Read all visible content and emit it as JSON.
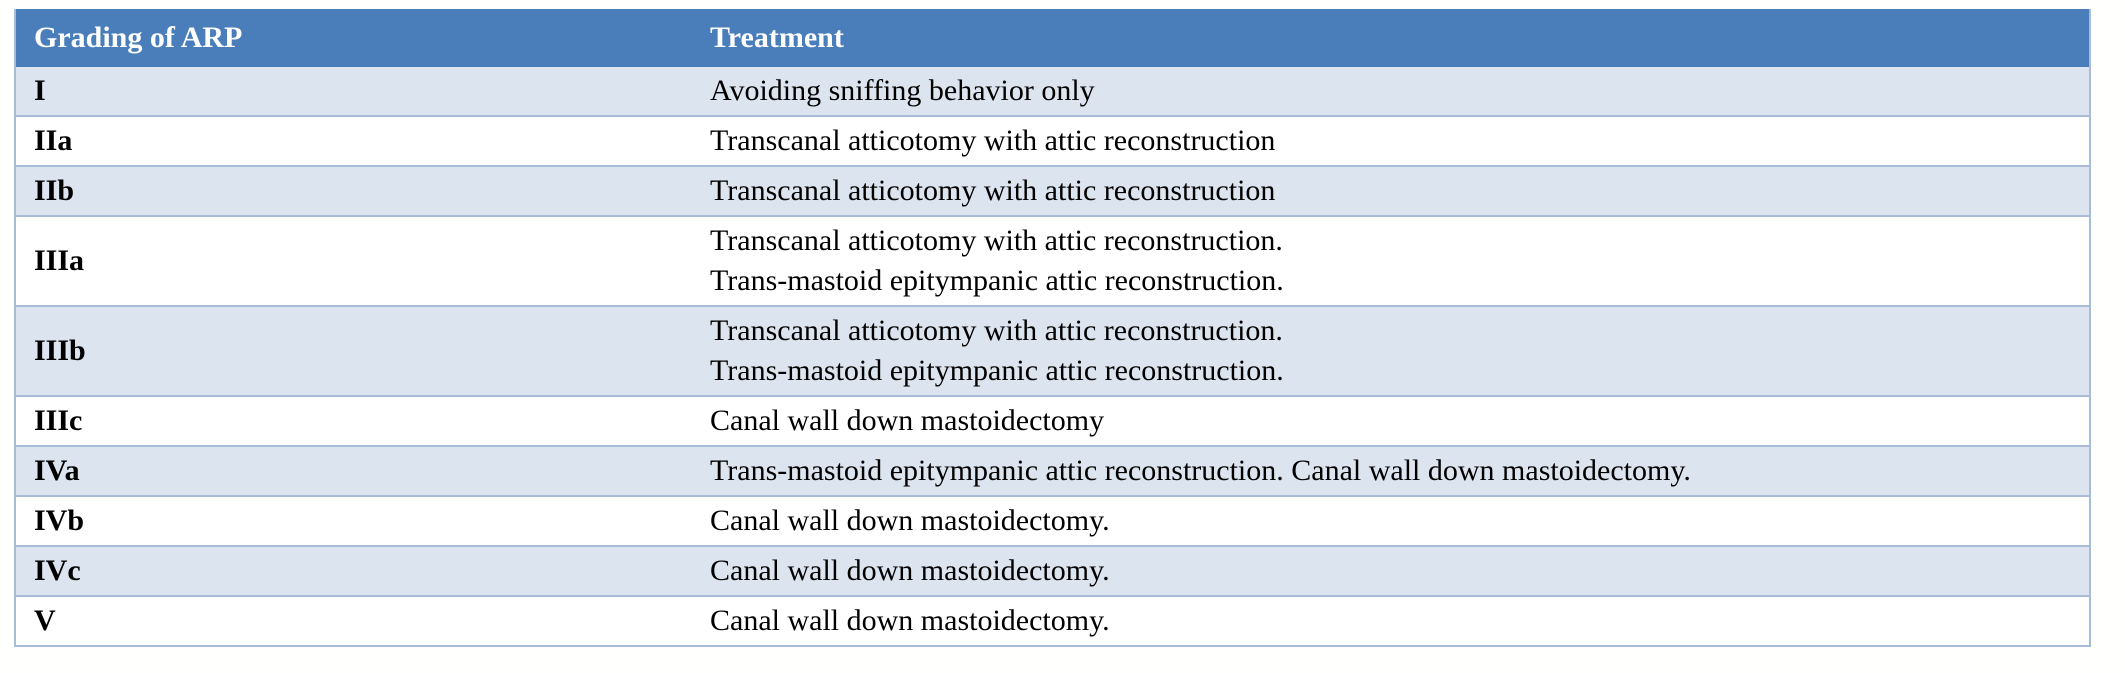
{
  "table": {
    "columns": [
      {
        "key": "grade",
        "label": "Grading of ARP"
      },
      {
        "key": "treatment",
        "label": "Treatment"
      }
    ],
    "header_bg": "#4a7ebb",
    "header_fg": "#ffffff",
    "shaded_row_bg": "#dce4ef",
    "plain_row_bg": "#ffffff",
    "border_color": "#a8bcd8",
    "rows": [
      {
        "grade": "I",
        "treatment_lines": [
          "Avoiding sniffing behavior only"
        ],
        "shaded": true
      },
      {
        "grade": "IIa",
        "treatment_lines": [
          "Transcanal atticotomy with attic reconstruction"
        ],
        "shaded": false
      },
      {
        "grade": "IIb",
        "treatment_lines": [
          "Transcanal atticotomy with attic reconstruction"
        ],
        "shaded": true
      },
      {
        "grade": "IIIa",
        "treatment_lines": [
          "Transcanal atticotomy with attic reconstruction.",
          "Trans-mastoid epitympanic attic reconstruction."
        ],
        "shaded": false
      },
      {
        "grade": "IIIb",
        "treatment_lines": [
          "Transcanal atticotomy with attic reconstruction.",
          "Trans-mastoid epitympanic attic reconstruction."
        ],
        "shaded": true
      },
      {
        "grade": "IIIc",
        "treatment_lines": [
          "Canal wall down mastoidectomy"
        ],
        "shaded": false
      },
      {
        "grade": "IVa",
        "treatment_lines": [
          "Trans-mastoid epitympanic attic reconstruction. Canal wall down mastoidectomy."
        ],
        "shaded": true
      },
      {
        "grade": "IVb",
        "treatment_lines": [
          "Canal wall down mastoidectomy."
        ],
        "shaded": false
      },
      {
        "grade": "IVc",
        "treatment_lines": [
          "Canal wall down mastoidectomy."
        ],
        "shaded": true
      },
      {
        "grade": "V",
        "treatment_lines": [
          "Canal wall down mastoidectomy."
        ],
        "shaded": false
      }
    ]
  }
}
